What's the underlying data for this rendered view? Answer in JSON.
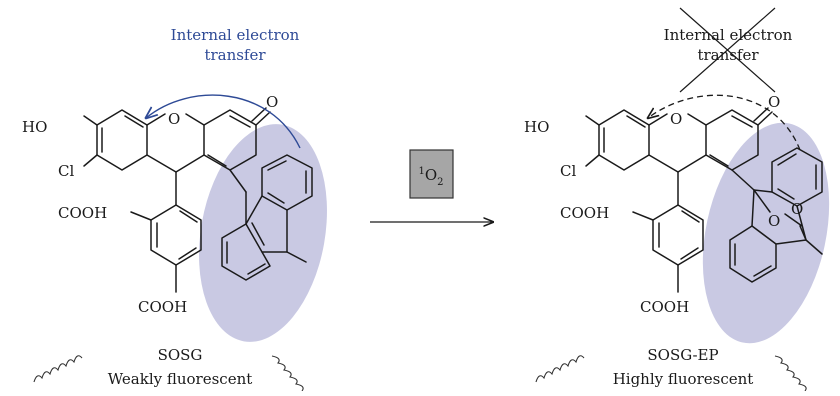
{
  "left": {
    "process_label": [
      "Internal electron",
      "transfer"
    ],
    "atoms": {
      "ho": "HO",
      "o_ring": "O",
      "o_keto": "O",
      "cl": "Cl",
      "cooh_a": "COOH",
      "cooh_b": "COOH"
    },
    "name": "SOSG",
    "caption": "Weakly fluorescent"
  },
  "reagent": {
    "sup": "1",
    "base": "O",
    "sub": "2"
  },
  "right": {
    "process_label": [
      "Internal electron",
      "transfer"
    ],
    "atoms": {
      "ho": "HO",
      "o_ring": "O",
      "o_keto": "O",
      "cl": "Cl",
      "cooh_a": "COOH",
      "cooh_b": "COOH",
      "o_peroxide_1": "O",
      "o_peroxide_2": "O"
    },
    "name": "SOSG-EP",
    "caption": "Highly fluorescent"
  },
  "colors": {
    "label_blue": "#2e4a96",
    "halo": "#c9c9e3",
    "reagent_box": "#a6a6a6"
  }
}
